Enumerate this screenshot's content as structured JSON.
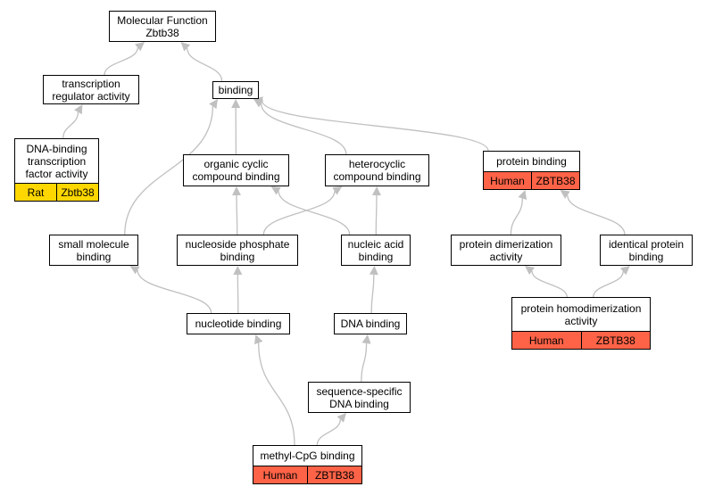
{
  "diagram": {
    "nodes": [
      {
        "id": "mf",
        "label": "Molecular Function\nZbtb38",
        "tags": []
      },
      {
        "id": "tra",
        "label": "transcription\nregulator activity",
        "tags": []
      },
      {
        "id": "binding",
        "label": "binding",
        "tags": []
      },
      {
        "id": "dbtf",
        "label": "DNA-binding\ntranscription\nfactor activity",
        "tags": [
          {
            "species": "Rat",
            "gene": "Zbtb38",
            "color": "#ffd700"
          }
        ]
      },
      {
        "id": "ocb",
        "label": "organic cyclic\ncompound binding",
        "tags": []
      },
      {
        "id": "hcb",
        "label": "heterocyclic\ncompound binding",
        "tags": []
      },
      {
        "id": "pb",
        "label": "protein binding",
        "tags": [
          {
            "species": "Human",
            "gene": "ZBTB38",
            "color": "#ff6347"
          }
        ]
      },
      {
        "id": "smb",
        "label": "small molecule\nbinding",
        "tags": []
      },
      {
        "id": "npb",
        "label": "nucleoside phosphate\nbinding",
        "tags": []
      },
      {
        "id": "nab",
        "label": "nucleic acid\nbinding",
        "tags": []
      },
      {
        "id": "pda",
        "label": "protein dimerization\nactivity",
        "tags": []
      },
      {
        "id": "ipb",
        "label": "identical protein\nbinding",
        "tags": []
      },
      {
        "id": "phda",
        "label": "protein homodimerization\nactivity",
        "tags": [
          {
            "species": "Human",
            "gene": "ZBTB38",
            "color": "#ff6347"
          }
        ]
      },
      {
        "id": "ntb",
        "label": "nucleotide binding",
        "tags": []
      },
      {
        "id": "dnab",
        "label": "DNA binding",
        "tags": []
      },
      {
        "id": "ssdb",
        "label": "sequence-specific\nDNA binding",
        "tags": []
      },
      {
        "id": "mcb",
        "label": "methyl-CpG binding",
        "tags": [
          {
            "species": "Human",
            "gene": "ZBTB38",
            "color": "#ff6347"
          }
        ]
      }
    ],
    "edges": [
      {
        "from": "tra",
        "to": "mf"
      },
      {
        "from": "binding",
        "to": "mf"
      },
      {
        "from": "dbtf",
        "to": "tra"
      },
      {
        "from": "ocb",
        "to": "binding"
      },
      {
        "from": "hcb",
        "to": "binding"
      },
      {
        "from": "pb",
        "to": "binding"
      },
      {
        "from": "smb",
        "to": "binding"
      },
      {
        "from": "npb",
        "to": "ocb"
      },
      {
        "from": "npb",
        "to": "hcb"
      },
      {
        "from": "nab",
        "to": "ocb"
      },
      {
        "from": "nab",
        "to": "hcb"
      },
      {
        "from": "pda",
        "to": "pb"
      },
      {
        "from": "ipb",
        "to": "pb"
      },
      {
        "from": "phda",
        "to": "pda"
      },
      {
        "from": "phda",
        "to": "ipb"
      },
      {
        "from": "ntb",
        "to": "smb"
      },
      {
        "from": "ntb",
        "to": "npb"
      },
      {
        "from": "dnab",
        "to": "nab"
      },
      {
        "from": "ssdb",
        "to": "dnab"
      },
      {
        "from": "mcb",
        "to": "ntb"
      },
      {
        "from": "mcb",
        "to": "ssdb"
      }
    ],
    "edge_color": "#c0c0c0"
  }
}
